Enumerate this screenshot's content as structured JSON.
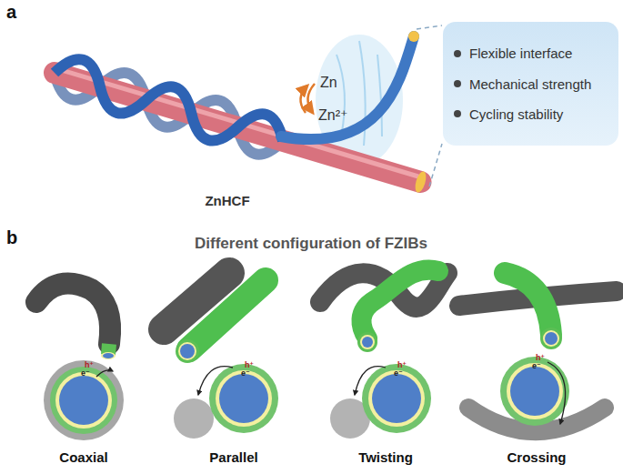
{
  "diagram": {
    "nodes": [
      {
        "text": [
          "Flexible interface",
          "Mechanical strength",
          "Cycling stability"
        ]
      }
    ],
    "labels": [
      "a",
      "ZnHCF",
      "Zn",
      "Zn²⁺",
      "b",
      "Different configuration of FZIBs",
      "h⁺",
      "e⁻",
      "h⁺",
      "e⁻",
      "h⁺",
      "e⁻",
      "h⁺",
      "e⁻",
      "Coaxial",
      "Parallel",
      "Twisting",
      "Crossing"
    ]
  }
}
